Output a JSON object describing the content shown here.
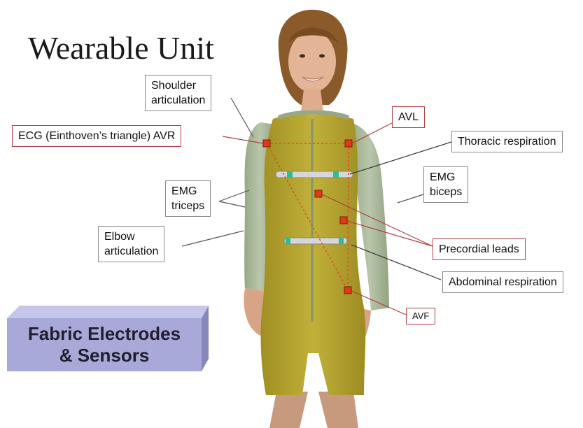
{
  "title": "Wearable Unit",
  "callouts": {
    "shoulder_line1": "Shoulder",
    "shoulder_line2": "articulation",
    "ecg": "ECG (Einthoven’s triangle) AVR",
    "avl": "AVL",
    "thoracic": "Thoracic respiration",
    "emg_triceps_line1": "EMG",
    "emg_triceps_line2": "triceps",
    "emg_biceps_line1": "EMG",
    "emg_biceps_line2": "biceps",
    "elbow_line1": "Elbow",
    "elbow_line2": "articulation",
    "precordial": "Precordial leads",
    "abdominal": "Abdominal respiration",
    "avf": "AVF"
  },
  "banner": {
    "line1": "Fabric Electrodes",
    "line2": "& Sensors"
  },
  "colors": {
    "suit": "#b7a632",
    "sleeve": "#a9b79a",
    "electrode": "#e03a1a",
    "sensor_tip": "#2fbf8f",
    "red_border": "#b04040",
    "banner": "#a9a9d9"
  }
}
